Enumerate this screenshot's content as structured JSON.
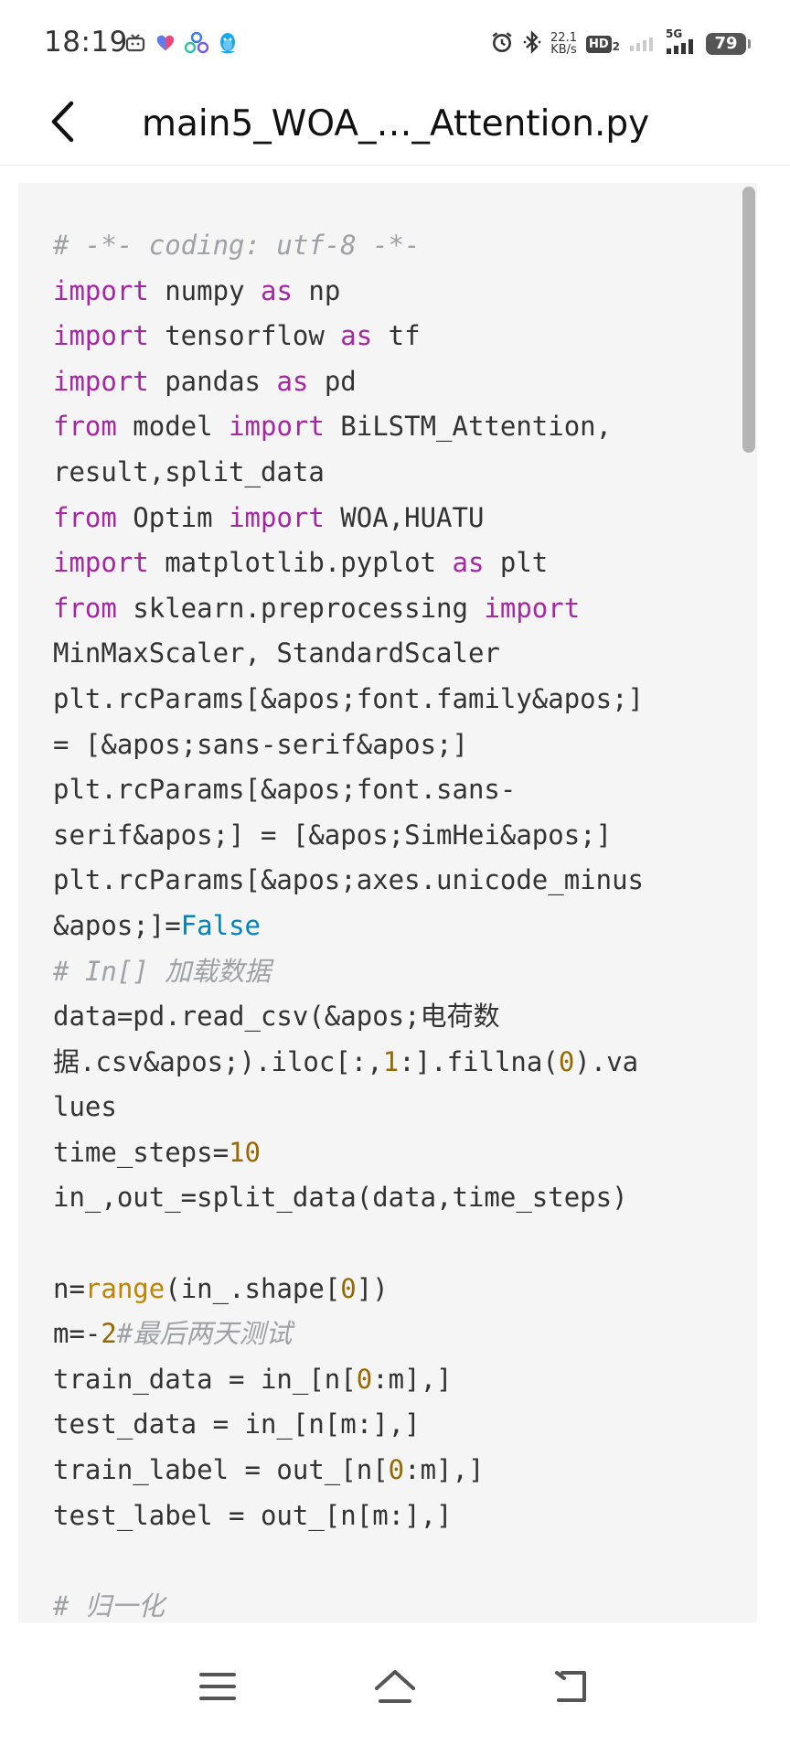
{
  "status_bar": {
    "time": "18:19",
    "net_speed_value": "22.1",
    "net_speed_unit": "KB/s",
    "hd_label": "HD",
    "hd_sub": "2",
    "network_label": "5G",
    "battery": "79",
    "left_icons": [
      "tv-icon",
      "heart-icon",
      "dots-icon",
      "penguin-icon"
    ],
    "right_icons": [
      "alarm-icon",
      "bluetooth-icon",
      "signal-1-icon",
      "signal-2-icon"
    ]
  },
  "header": {
    "title": "main5_WOA_…_Attention.py",
    "back_icon": "chevron-left-icon"
  },
  "colors": {
    "keyword": "#a626a4",
    "number": "#986801",
    "builtin": "#c18401",
    "constant": "#0184bc",
    "comment": "#a0a1a7",
    "code_bg": "#f5f5f5"
  },
  "code": {
    "lines": [
      [
        {
          "t": "# -*- coding: utf-8 -*-",
          "c": "cmt"
        }
      ],
      [
        {
          "t": "import",
          "c": "kw"
        },
        {
          "t": " numpy "
        },
        {
          "t": "as",
          "c": "kw"
        },
        {
          "t": " np"
        }
      ],
      [
        {
          "t": "import",
          "c": "kw"
        },
        {
          "t": " tensorflow "
        },
        {
          "t": "as",
          "c": "kw"
        },
        {
          "t": " tf"
        }
      ],
      [
        {
          "t": "import",
          "c": "kw"
        },
        {
          "t": " pandas "
        },
        {
          "t": "as",
          "c": "kw"
        },
        {
          "t": " pd"
        }
      ],
      [
        {
          "t": "from",
          "c": "kw"
        },
        {
          "t": " model "
        },
        {
          "t": "import",
          "c": "kw"
        },
        {
          "t": " BiLSTM_Attention,"
        }
      ],
      [
        {
          "t": "result,split_data"
        }
      ],
      [
        {
          "t": "from",
          "c": "kw"
        },
        {
          "t": " Optim "
        },
        {
          "t": "import",
          "c": "kw"
        },
        {
          "t": " WOA,HUATU"
        }
      ],
      [
        {
          "t": "import",
          "c": "kw"
        },
        {
          "t": " matplotlib.pyplot "
        },
        {
          "t": "as",
          "c": "kw"
        },
        {
          "t": " plt"
        }
      ],
      [
        {
          "t": "from",
          "c": "kw"
        },
        {
          "t": " sklearn.preprocessing "
        },
        {
          "t": "import",
          "c": "kw"
        }
      ],
      [
        {
          "t": "MinMaxScaler, StandardScaler"
        }
      ],
      [
        {
          "t": "plt.rcParams[&apos;font.family&apos;]"
        }
      ],
      [
        {
          "t": "= [&apos;sans-serif&apos;]"
        }
      ],
      [
        {
          "t": "plt.rcParams[&apos;font.sans-"
        }
      ],
      [
        {
          "t": "serif&apos;] = [&apos;SimHei&apos;]"
        }
      ],
      [
        {
          "t": "plt.rcParams[&apos;axes.unicode_minus"
        }
      ],
      [
        {
          "t": "&apos;]="
        },
        {
          "t": "False",
          "c": "const"
        }
      ],
      [
        {
          "t": "# In[] 加载数据",
          "c": "cmt"
        }
      ],
      [
        {
          "t": "data=pd.read_csv(&apos;电荷数"
        }
      ],
      [
        {
          "t": "据.csv&apos;).iloc[:,"
        },
        {
          "t": "1",
          "c": "num"
        },
        {
          "t": ":].fillna("
        },
        {
          "t": "0",
          "c": "num"
        },
        {
          "t": ").va"
        }
      ],
      [
        {
          "t": "lues"
        }
      ],
      [
        {
          "t": "time_steps="
        },
        {
          "t": "10",
          "c": "num"
        }
      ],
      [
        {
          "t": "in_,out_=split_data(data,time_steps)"
        }
      ],
      [],
      [
        {
          "t": "n="
        },
        {
          "t": "range",
          "c": "bi"
        },
        {
          "t": "(in_.shape["
        },
        {
          "t": "0",
          "c": "num"
        },
        {
          "t": "])"
        }
      ],
      [
        {
          "t": "m=-"
        },
        {
          "t": "2",
          "c": "num"
        },
        {
          "t": "#最后两天测试",
          "c": "cmt"
        }
      ],
      [
        {
          "t": "train_data = in_[n["
        },
        {
          "t": "0",
          "c": "num"
        },
        {
          "t": ":m],]"
        }
      ],
      [
        {
          "t": "test_data = in_[n[m:],]"
        }
      ],
      [
        {
          "t": "train_label = out_[n["
        },
        {
          "t": "0",
          "c": "num"
        },
        {
          "t": ":m],]"
        }
      ],
      [
        {
          "t": "test_label = out_[n[m:],]"
        }
      ],
      [],
      [
        {
          "t": "# 归一化",
          "c": "cmt"
        }
      ]
    ]
  },
  "scrollbar": {
    "position_fraction": 0.0,
    "visible_fraction": 0.186
  },
  "nav_bar": {
    "buttons": [
      "menu-icon",
      "home-icon",
      "back-icon"
    ]
  }
}
